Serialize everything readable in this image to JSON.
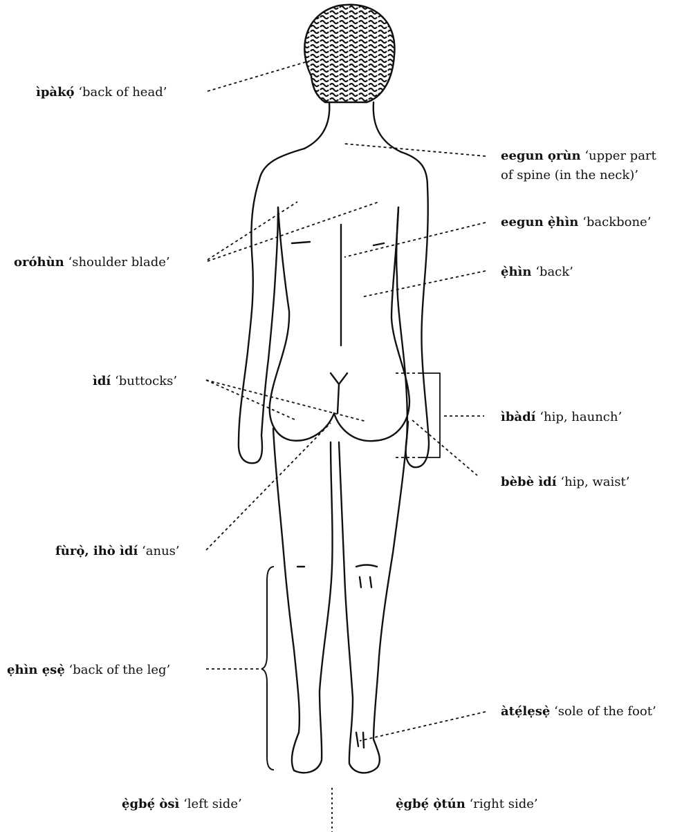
{
  "labels": {
    "back_of_head": {
      "term": "ìpàkọ́",
      "gloss": "‘back of head’"
    },
    "upper_spine": {
      "term": "eegun ọrùn",
      "gloss": "‘upper part of spine (in the neck)’"
    },
    "backbone": {
      "term": "eegun ẹ̀hìn",
      "gloss": "‘backbone’"
    },
    "shoulder_blade": {
      "term": "oróhùn",
      "gloss": "‘shoulder blade’"
    },
    "back": {
      "term": "ẹ̀hìn",
      "gloss": "‘back’"
    },
    "buttocks": {
      "term": "ìdí",
      "gloss": "‘buttocks’"
    },
    "hip_haunch": {
      "term": "ìbàdí",
      "gloss": "‘hip, haunch’"
    },
    "hip_waist": {
      "term": "bèbè ìdí",
      "gloss": "‘hip, waist’"
    },
    "anus": {
      "term": "fùrọ̀, ihò ìdí",
      "gloss": "‘anus’"
    },
    "back_of_leg": {
      "term": "ẹhìn ẹsẹ̀",
      "gloss": "‘back of the leg’"
    },
    "sole": {
      "term": "àtẹ́lẹsẹ̀",
      "gloss": "‘sole of the foot’"
    },
    "left_side": {
      "term": "ẹ̀gbẹ́ òsì",
      "gloss": "‘left side’"
    },
    "right_side": {
      "term": "ẹ̀gbẹ́ ọ̀tún",
      "gloss": "‘right side’"
    }
  },
  "colors": {
    "ink": "#111111",
    "background": "#ffffff"
  }
}
